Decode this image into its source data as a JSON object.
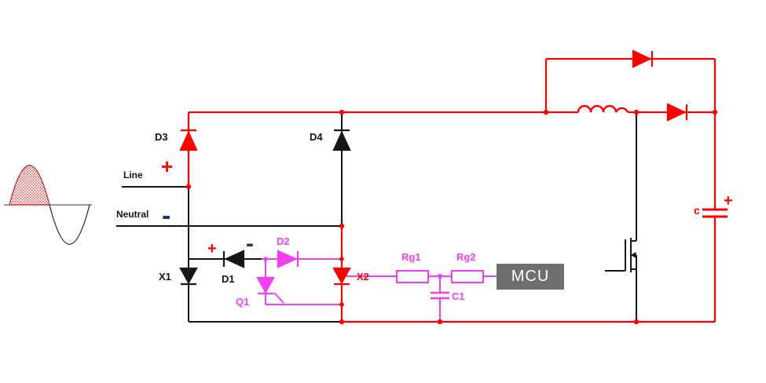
{
  "labels": {
    "line": "Line",
    "line_polarity": "+",
    "neutral": "Neutral",
    "neutral_polarity": "-",
    "d3": "D3",
    "d4": "D4",
    "d1": "D1",
    "d1_anode": "+",
    "d1_cathode": "-",
    "d2": "D2",
    "x1": "X1",
    "x2": "X2",
    "q1": "Q1",
    "rg1": "Rg1",
    "rg2": "Rg2",
    "c1": "C1",
    "mcu": "MCU",
    "bulk_cap": "c",
    "bulk_cap_polarity": "+"
  },
  "colors": {
    "conduction_path": "#ff0000",
    "gate_drive": "#f33ef3",
    "wire": "#161616",
    "neutral_mark": "#1f3864",
    "mcu_bg": "#6f6f6f",
    "mcu_text": "#ffffff",
    "canvas_bg": "#ffffff"
  }
}
